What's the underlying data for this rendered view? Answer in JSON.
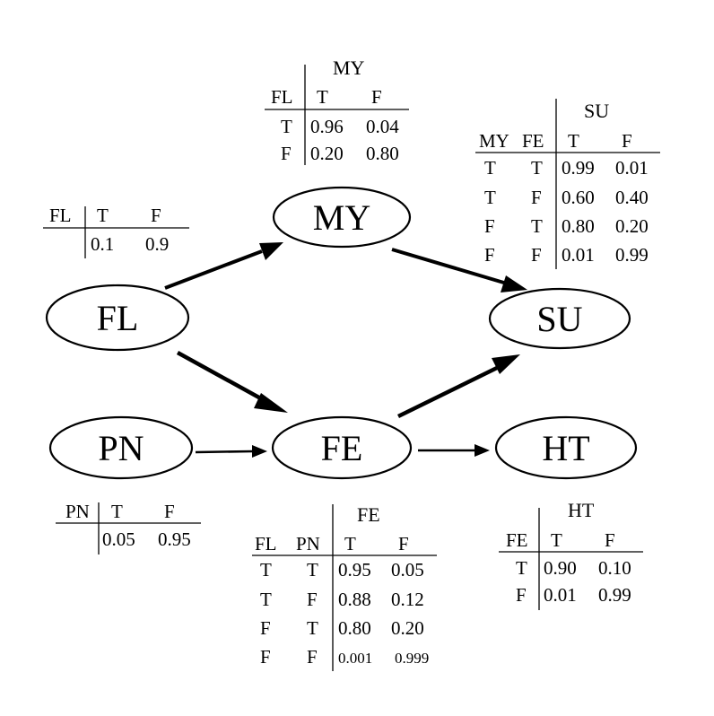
{
  "nodes": {
    "FL": {
      "label": "FL"
    },
    "MY": {
      "label": "MY"
    },
    "SU": {
      "label": "SU"
    },
    "PN": {
      "label": "PN"
    },
    "FE": {
      "label": "FE"
    },
    "HT": {
      "label": "HT"
    }
  },
  "edges": [
    {
      "from": "FL",
      "to": "MY"
    },
    {
      "from": "FL",
      "to": "FE"
    },
    {
      "from": "MY",
      "to": "SU"
    },
    {
      "from": "FE",
      "to": "SU"
    },
    {
      "from": "PN",
      "to": "FE"
    },
    {
      "from": "FE",
      "to": "HT"
    }
  ],
  "cpts": {
    "FL": {
      "parents": [
        "FL"
      ],
      "cols": [
        "T",
        "F"
      ],
      "rows": [
        {
          "cond": [],
          "vals": [
            "0.1",
            "0.9"
          ]
        }
      ]
    },
    "PN": {
      "parents": [
        "PN"
      ],
      "cols": [
        "T",
        "F"
      ],
      "rows": [
        {
          "cond": [],
          "vals": [
            "0.05",
            "0.95"
          ]
        }
      ]
    },
    "MY": {
      "title": "MY",
      "parents": [
        "FL"
      ],
      "cols": [
        "T",
        "F"
      ],
      "rows": [
        {
          "cond": [
            "T"
          ],
          "vals": [
            "0.96",
            "0.04"
          ]
        },
        {
          "cond": [
            "F"
          ],
          "vals": [
            "0.20",
            "0.80"
          ]
        }
      ]
    },
    "SU": {
      "title": "SU",
      "parents": [
        "MY",
        "FE"
      ],
      "cols": [
        "T",
        "F"
      ],
      "rows": [
        {
          "cond": [
            "T",
            "T"
          ],
          "vals": [
            "0.99",
            "0.01"
          ]
        },
        {
          "cond": [
            "T",
            "F"
          ],
          "vals": [
            "0.60",
            "0.40"
          ]
        },
        {
          "cond": [
            "F",
            "T"
          ],
          "vals": [
            "0.80",
            "0.20"
          ]
        },
        {
          "cond": [
            "F",
            "F"
          ],
          "vals": [
            "0.01",
            "0.99"
          ]
        }
      ]
    },
    "FE": {
      "title": "FE",
      "parents": [
        "FL",
        "PN"
      ],
      "cols": [
        "T",
        "F"
      ],
      "rows": [
        {
          "cond": [
            "T",
            "T"
          ],
          "vals": [
            "0.95",
            "0.05"
          ]
        },
        {
          "cond": [
            "T",
            "F"
          ],
          "vals": [
            "0.88",
            "0.12"
          ]
        },
        {
          "cond": [
            "F",
            "T"
          ],
          "vals": [
            "0.80",
            "0.20"
          ]
        },
        {
          "cond": [
            "F",
            "F"
          ],
          "vals": [
            "0.001",
            "0.999"
          ]
        }
      ]
    },
    "HT": {
      "title": "HT",
      "parents": [
        "FE"
      ],
      "cols": [
        "T",
        "F"
      ],
      "rows": [
        {
          "cond": [
            "T"
          ],
          "vals": [
            "0.90",
            "0.10"
          ]
        },
        {
          "cond": [
            "F"
          ],
          "vals": [
            "0.01",
            "0.99"
          ]
        }
      ]
    }
  }
}
